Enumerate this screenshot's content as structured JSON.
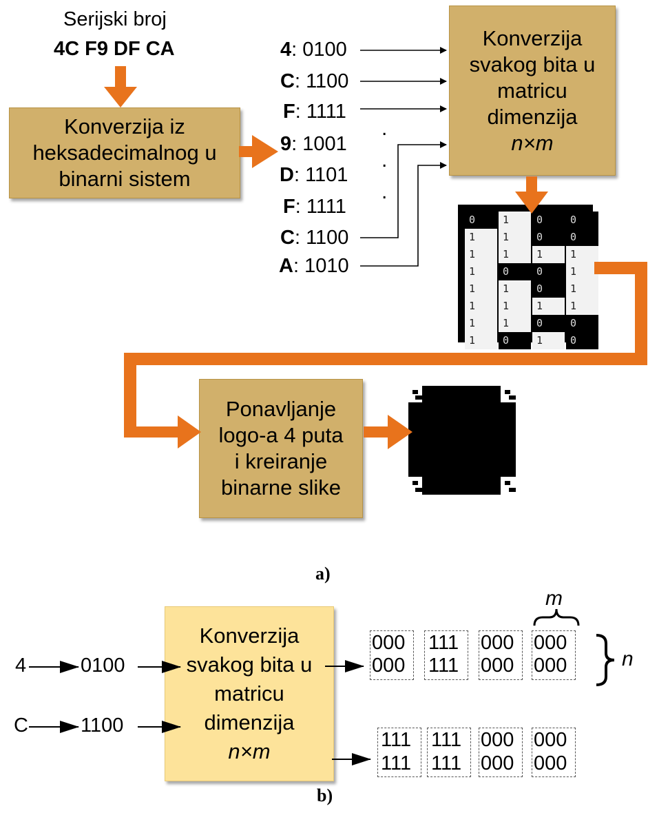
{
  "a": {
    "serial_label": "Serijski broj",
    "serial_value": "4C F9 DF CA",
    "box_convert": [
      "Konverzija iz",
      "heksadecimalnog u",
      "binarni sistem"
    ],
    "binary_rows": [
      {
        "hex": "4",
        "bits": "0100"
      },
      {
        "hex": "C",
        "bits": "1100"
      },
      {
        "hex": "F",
        "bits": "1111"
      },
      {
        "hex": "9",
        "bits": "1001"
      },
      {
        "hex": "D",
        "bits": "1101"
      },
      {
        "hex": "F",
        "bits": "1111"
      },
      {
        "hex": "C",
        "bits": "1100"
      },
      {
        "hex": "A",
        "bits": "1010"
      }
    ],
    "dots": ".",
    "box_matrix": [
      "Konverzija",
      "svakog bita u",
      "matricu",
      "dimenzija",
      "n×m"
    ],
    "box_repeat": [
      "Ponavljanje",
      "logo-a 4 puta",
      "i kreiranje",
      "binarne slike"
    ],
    "caption": "a)"
  },
  "logo_digits": [
    [
      "0",
      "1",
      "0",
      "0"
    ],
    [
      "1",
      "1",
      "0",
      "0"
    ],
    [
      "1",
      "1",
      "1",
      "1"
    ],
    [
      "1",
      "0",
      "0",
      "1"
    ],
    [
      "1",
      "1",
      "0",
      "1"
    ],
    [
      "1",
      "1",
      "1",
      "1"
    ],
    [
      "1",
      "1",
      "0",
      "0"
    ],
    [
      "1",
      "0",
      "1",
      "0"
    ]
  ],
  "b": {
    "input_rows": [
      {
        "hex": "4",
        "bits": "0100"
      },
      {
        "hex": "C",
        "bits": "1100"
      }
    ],
    "box_matrix": [
      "Konverzija",
      "svakog bita u",
      "matricu",
      "dimenzija",
      "n×m"
    ],
    "matrix_4": [
      [
        "000",
        "111",
        "000",
        "000"
      ],
      [
        "000",
        "111",
        "000",
        "000"
      ]
    ],
    "matrix_c": [
      [
        "111",
        "111",
        "000",
        "000"
      ],
      [
        "111",
        "111",
        "000",
        "000"
      ]
    ],
    "label_m": "m",
    "label_n": "n",
    "caption": "b)"
  },
  "colors": {
    "arrow": "#e8731c",
    "box": "#d1b06b",
    "box_light": "#fde39a"
  }
}
